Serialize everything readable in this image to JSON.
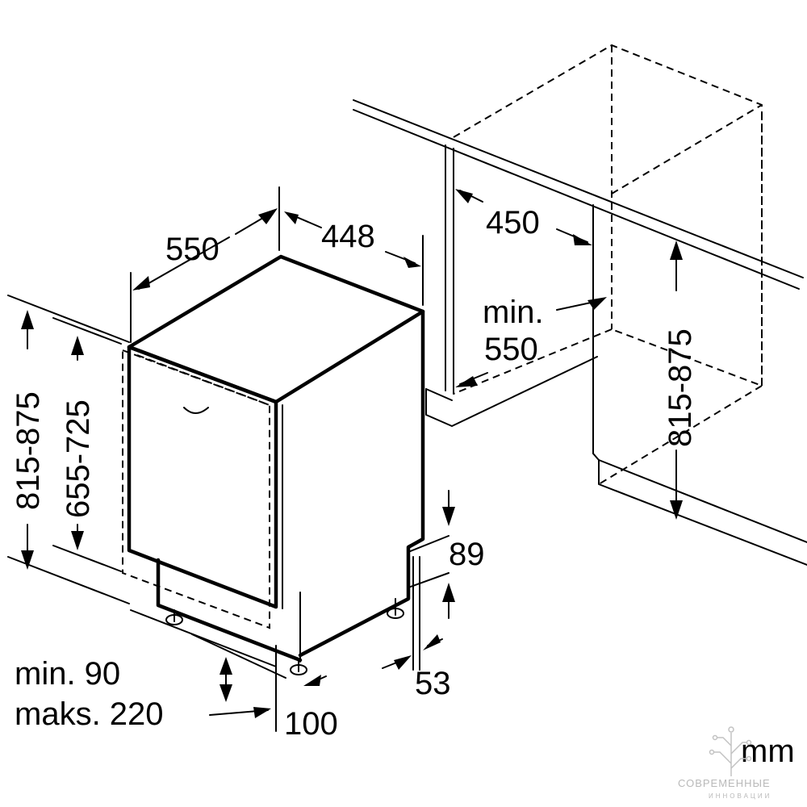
{
  "dimensions": {
    "depth": "550",
    "width": "448",
    "niche_width": "450",
    "niche_depth_line1": "min.",
    "niche_depth_line2": "550",
    "height_left": "815-875",
    "door_height": "655-725",
    "height_right": "815-875",
    "plinth_top": "89",
    "plinth_bottom": "53",
    "foot_line1": "min. 90",
    "foot_line2": "maks. 220",
    "foot_offset": "100"
  },
  "unit": "mm",
  "watermark": {
    "line1": "СОВРЕМЕННЫЕ",
    "line2": "ИННОВАЦИИ"
  },
  "colors": {
    "line": "#000000",
    "watermark": "#b9b9b9"
  }
}
